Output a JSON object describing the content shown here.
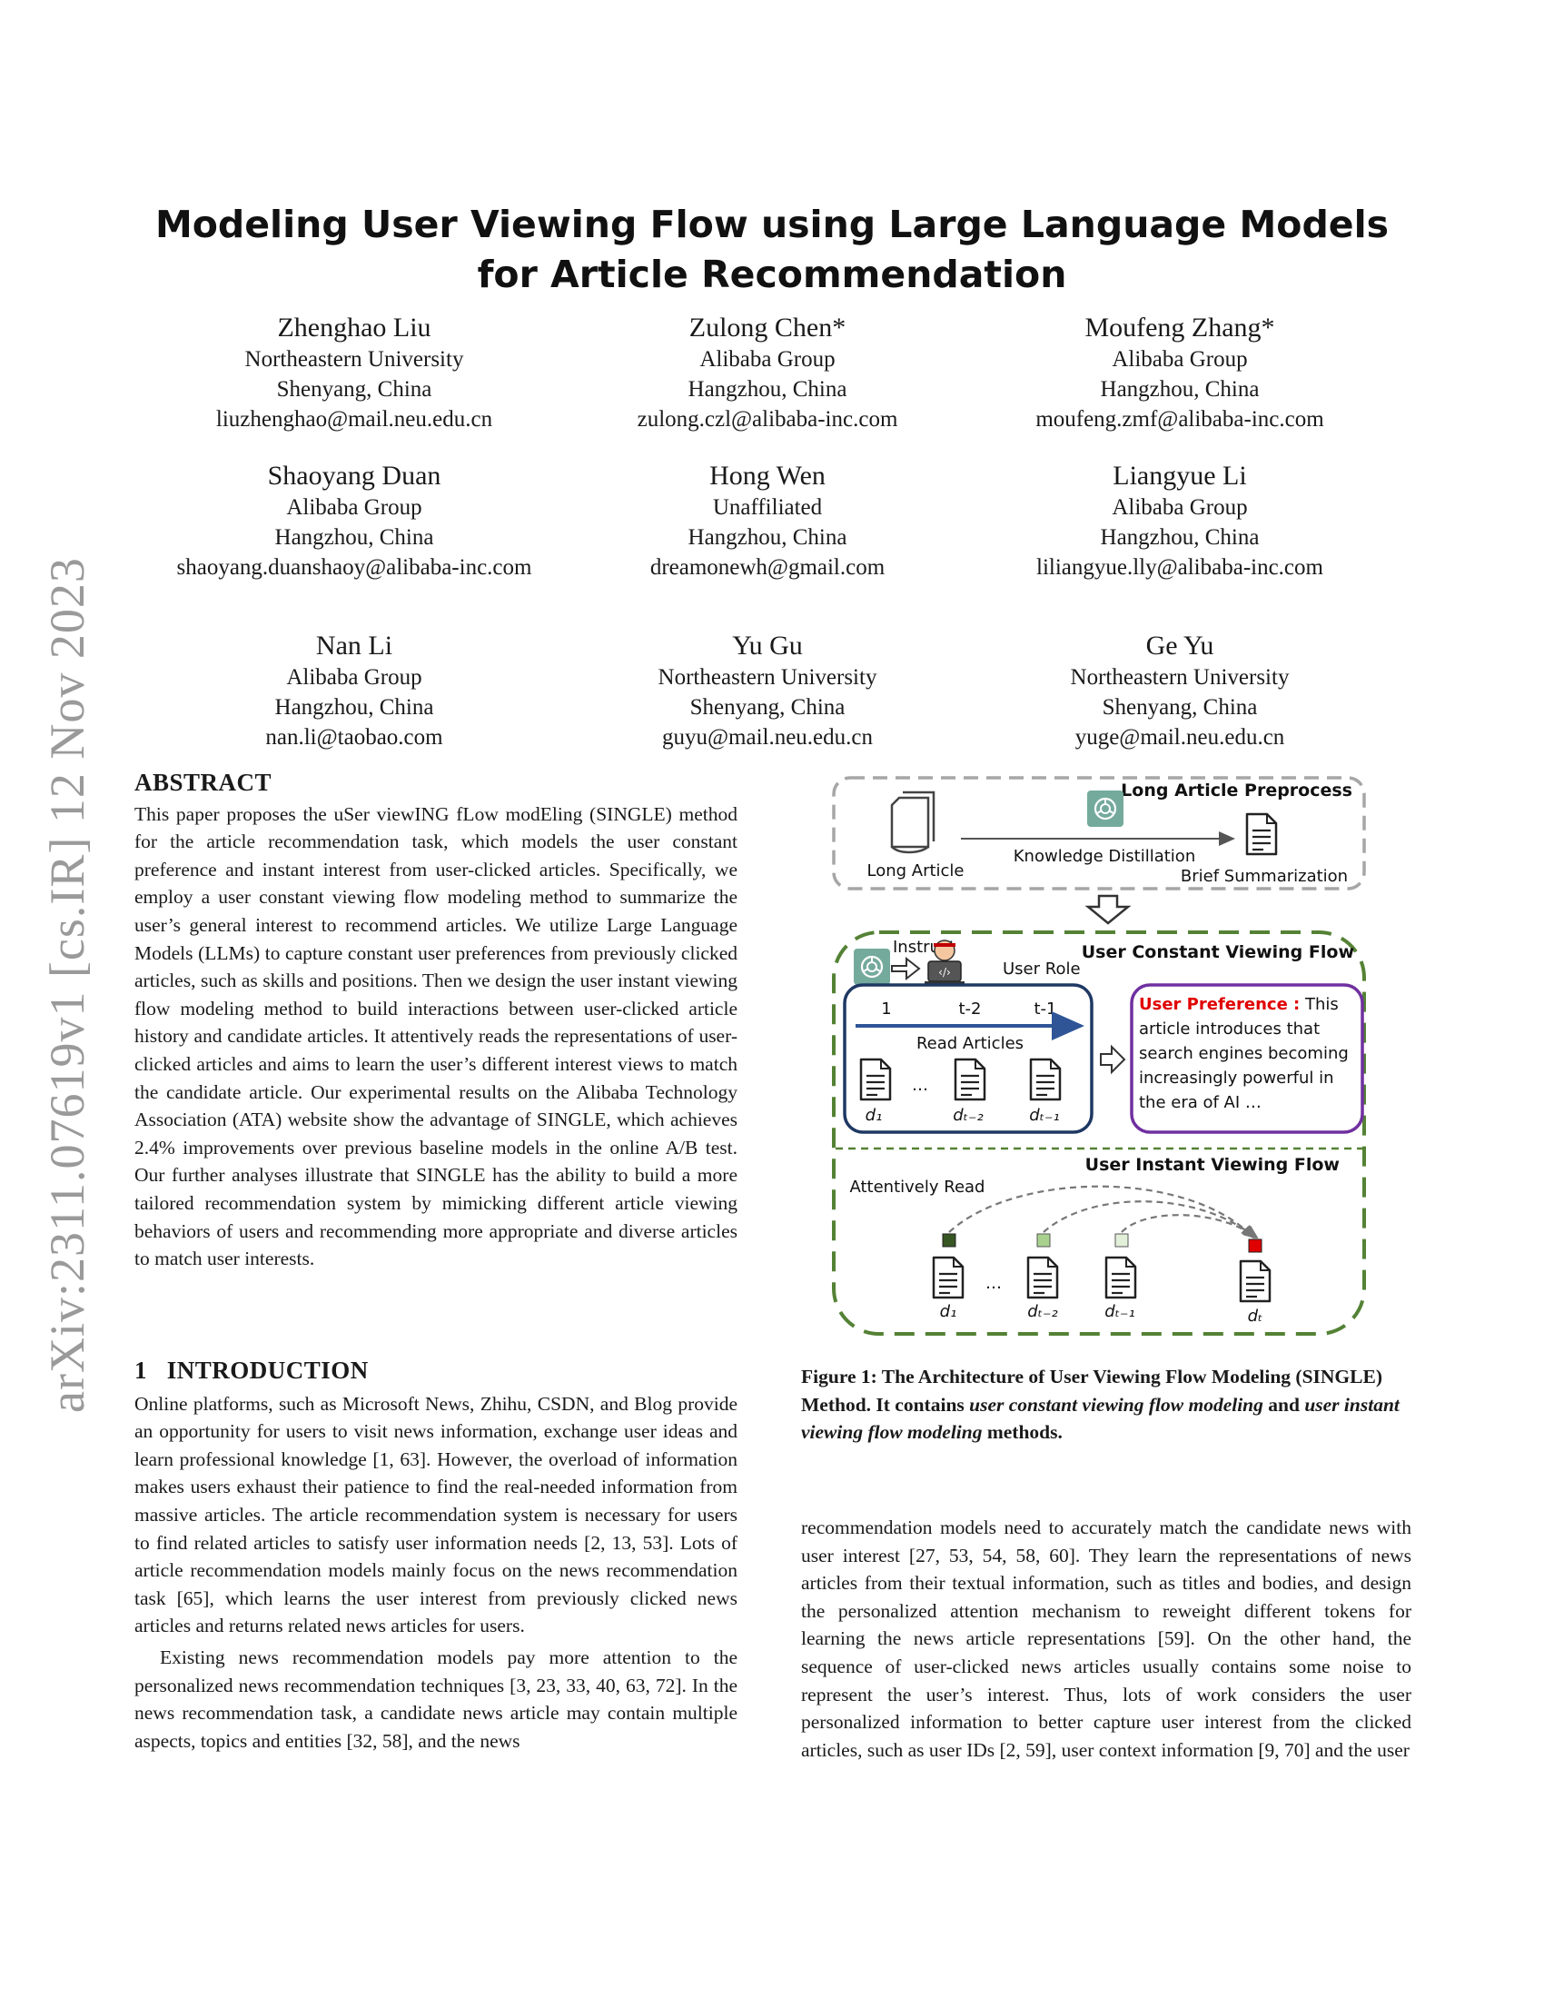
{
  "sidebar": {
    "arxiv_id": "arXiv:2311.07619v1  [cs.IR]  12 Nov 2023"
  },
  "title": "Modeling User Viewing Flow using Large Language Models for Article Recommendation",
  "authors": [
    {
      "name": "Zhenghao Liu",
      "aff": "Northeastern University",
      "loc": "Shenyang, China",
      "email": "liuzhenghao@mail.neu.edu.cn"
    },
    {
      "name": "Zulong Chen*",
      "aff": "Alibaba Group",
      "loc": "Hangzhou, China",
      "email": "zulong.czl@alibaba-inc.com"
    },
    {
      "name": "Moufeng Zhang*",
      "aff": "Alibaba Group",
      "loc": "Hangzhou, China",
      "email": "moufeng.zmf@alibaba-inc.com"
    },
    {
      "name": "Shaoyang Duan",
      "aff": "Alibaba Group",
      "loc": "Hangzhou, China",
      "email": "shaoyang.duanshaoy@alibaba-inc.com"
    },
    {
      "name": "Hong Wen",
      "aff": "Unaffiliated",
      "loc": "Hangzhou, China",
      "email": "dreamonewh@gmail.com"
    },
    {
      "name": "Liangyue Li",
      "aff": "Alibaba Group",
      "loc": "Hangzhou, China",
      "email": "liliangyue.lly@alibaba-inc.com"
    },
    {
      "name": "Nan Li",
      "aff": "Alibaba Group",
      "loc": "Hangzhou, China",
      "email": "nan.li@taobao.com"
    },
    {
      "name": "Yu Gu",
      "aff": "Northeastern University",
      "loc": "Shenyang, China",
      "email": "guyu@mail.neu.edu.cn"
    },
    {
      "name": "Ge Yu",
      "aff": "Northeastern University",
      "loc": "Shenyang, China",
      "email": "yuge@mail.neu.edu.cn"
    }
  ],
  "abstract": {
    "heading": "ABSTRACT",
    "text": "This paper proposes the uSer viewING fLow modEling (SINGLE) method for the article recommendation task, which models the user constant preference and instant interest from user-clicked articles. Specifically, we employ a user constant viewing flow modeling method to summarize the user’s general interest to recommend articles. We utilize Large Language Models (LLMs) to capture constant user preferences from previously clicked articles, such as skills and positions. Then we design the user instant viewing flow modeling method to build interactions between user-clicked article history and candidate articles. It attentively reads the representations of user-clicked articles and aims to learn the user’s different interest views to match the candidate article. Our experimental results on the Alibaba Technology Association (ATA) website show the advantage of SINGLE, which achieves 2.4% improvements over previous baseline models in the online A/B test. Our further analyses illustrate that SINGLE has the ability to build a more tailored recommendation system by mimicking different article viewing behaviors of users and recommending more appropriate and diverse articles to match user interests."
  },
  "intro": {
    "heading": "1   INTRODUCTION",
    "p1": "Online platforms, such as Microsoft News, Zhihu, CSDN, and Blog provide an opportunity for users to visit news information, exchange user ideas and learn professional knowledge [1, 63]. However, the overload of information makes users exhaust their patience to find the real-needed information from massive articles. The article recommendation system is necessary for users to find related articles to satisfy user information needs [2, 13, 53]. Lots of article recommendation models mainly focus on the news recommendation task [65], which learns the user interest from previously clicked news articles and returns related news articles for users.",
    "p2": "Existing news recommendation models pay more attention to the personalized news recommendation techniques [3, 23, 33, 40, 63, 72]. In the news recommendation task, a candidate news article may contain multiple aspects, topics and entities [32, 58], and the news",
    "p3": "recommendation models need to accurately match the candidate news with user interest [27, 53, 54, 58, 60]. They learn the representations of news articles from their textual information, such as titles and bodies, and design the personalized attention mechanism to reweight different tokens for learning the news article representations [59]. On the other hand, the sequence of user-clicked news articles usually contains some noise to represent the user’s interest. Thus, lots of work considers the user personalized information to better capture user interest from the clicked articles, such as user IDs [2, 59], user context information [9, 70] and the user"
  },
  "figure": {
    "top_title": "Long Article Preprocess",
    "long_article": "Long Article",
    "knowledge_distillation": "Knowledge Distillation",
    "brief_summarization": "Brief Summarization",
    "constant_title": "User Constant Viewing Flow",
    "instruct": "Instruct",
    "user_role": "User Role",
    "t1": "1",
    "t2": "t-2",
    "t3": "t-1",
    "read_articles": "Read Articles",
    "ellipsis": "…",
    "pref_label": "User Preference :",
    "pref_text": "This article introduces that search engines becoming increasingly powerful in the era of AI …",
    "instant_title": "User Instant Viewing Flow",
    "attentively_read": "Attentively Read",
    "d1": "d₁",
    "dt2": "dₜ₋₂",
    "dt1": "dₜ₋₁",
    "dt": "dₜ",
    "colors": {
      "gray_dash": "#a6a6a6",
      "green_dash": "#548235",
      "blue_box": "#1f3864",
      "purple_box": "#7030a0",
      "red": "#e00000",
      "arrow_blue": "#2f5597",
      "gpt_green": "#74aa9c"
    }
  },
  "caption": {
    "prefix": "Figure 1: The Architecture of User Viewing Flow Modeling (SINGLE) Method. It contains ",
    "em1": "user constant viewing flow modeling",
    "mid": " and ",
    "em2": "user instant viewing flow modeling",
    "suffix": " methods."
  }
}
